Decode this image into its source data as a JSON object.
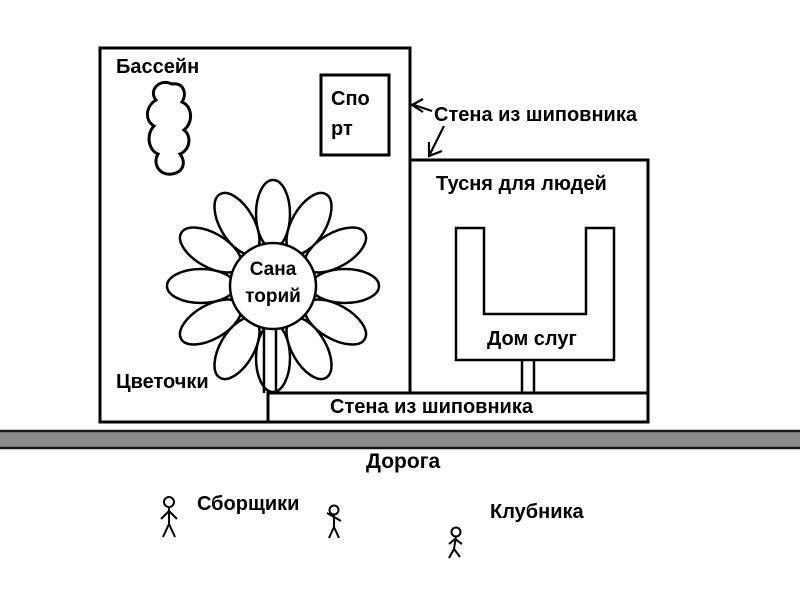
{
  "labels": {
    "pool": "Бассейн",
    "sport_line1": "Спо",
    "sport_line2": "рт",
    "wall_top": "Стена из шиповника",
    "hangout": "Тусня для людей",
    "sanatorium_line1": "Сана",
    "sanatorium_line2": "торий",
    "servants_house": "Дом слуг",
    "flowers": "Цветочки",
    "wall_bottom": "Стена из шиповника",
    "road": "Дорога",
    "pickers": "Сборщики",
    "strawberry": "Клубника"
  },
  "colors": {
    "road_fill": "#8c8c8c",
    "line": "#000000",
    "background": "#ffffff"
  }
}
